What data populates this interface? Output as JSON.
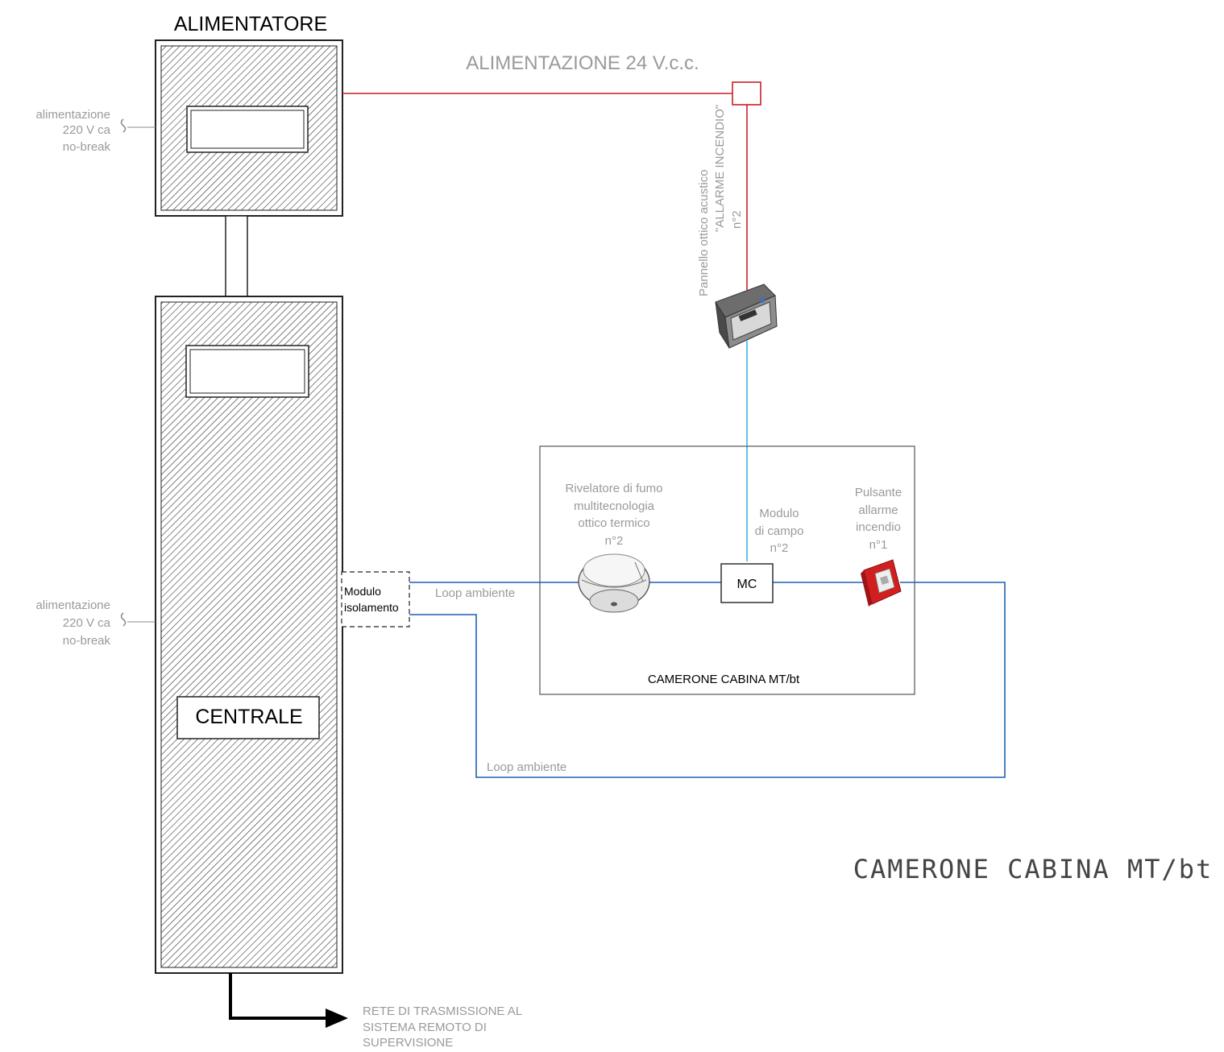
{
  "alimentatore": {
    "title": "ALIMENTATORE"
  },
  "centrale": {
    "label": "CENTRALE"
  },
  "power_supply": {
    "top": [
      "alimentazione",
      "220 V ca",
      "no-break"
    ],
    "bottom": [
      "alimentazione",
      "220 V ca",
      "no-break"
    ]
  },
  "dc_line": {
    "label": "ALIMENTAZIONE 24 V.c.c."
  },
  "panel": {
    "lines": [
      "Pannello ottico acustico",
      "\"ALLARME INCENDIO\"",
      "n°2"
    ]
  },
  "room": {
    "label": "CAMERONE CABINA MT/bt"
  },
  "detector": {
    "lines": [
      "Rivelatore di fumo",
      "multitecnologia",
      "ottico termico",
      "n°2"
    ]
  },
  "field_module": {
    "lines": [
      "Modulo",
      "di campo",
      "n°2"
    ],
    "box": "MC"
  },
  "call_point": {
    "lines": [
      "Pulsante",
      "allarme",
      "incendio",
      "n°1"
    ]
  },
  "isolation_module": {
    "lines": [
      "Modulo",
      "isolamento"
    ]
  },
  "loop": {
    "label_top": "Loop ambiente",
    "label_bottom": "Loop ambiente"
  },
  "network": {
    "lines": [
      "RETE DI TRASMISSIONE AL",
      "SISTEMA REMOTO DI",
      "SUPERVISIONE"
    ]
  },
  "sheet_title": "CAMERONE CABINA MT/bt",
  "colors": {
    "power_line": "#c8202a",
    "bus_line": "#3ab4e6",
    "loop_line": "#1f5fb5",
    "text_gray": "#9a9a9a"
  }
}
